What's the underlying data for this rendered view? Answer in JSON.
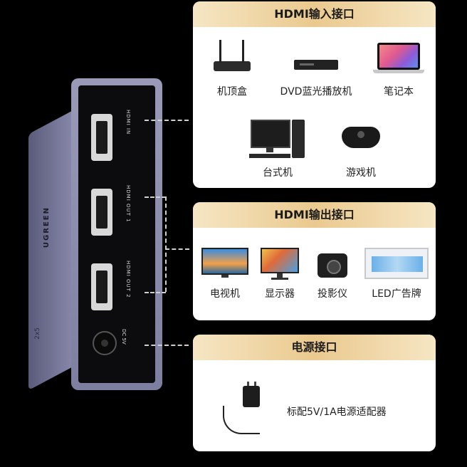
{
  "device": {
    "brand": "UGREEN",
    "mark": "2x5",
    "ports": {
      "in": "HDMI IN",
      "out1": "HDMI OUT 1",
      "out2": "HDMI OUT 2",
      "dc": "DC 5V"
    }
  },
  "input": {
    "title": "HDMI输入接口",
    "items": [
      "机顶盒",
      "DVD蓝光播放机",
      "笔记本",
      "台式机",
      "游戏机"
    ]
  },
  "output": {
    "title": "HDMI输出接口",
    "items": [
      "电视机",
      "显示器",
      "投影仪",
      "LED广告牌"
    ]
  },
  "power": {
    "title": "电源接口",
    "desc": "标配5V/1A电源适配器"
  }
}
